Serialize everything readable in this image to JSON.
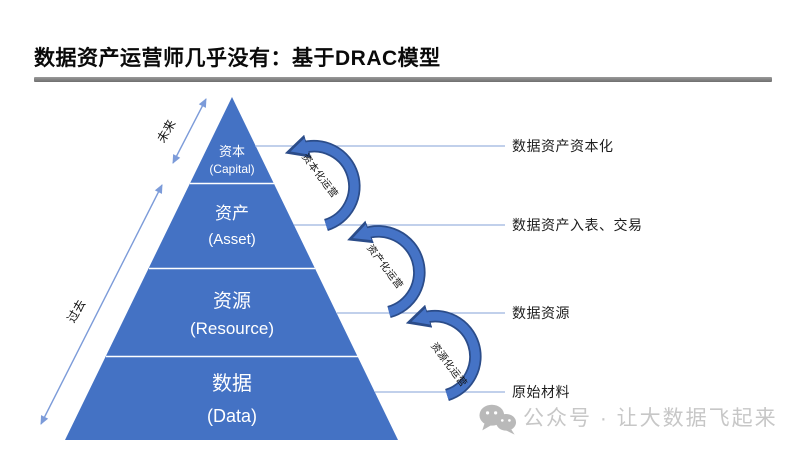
{
  "title": "数据资产运营师几乎没有：基于DRAC模型",
  "axis": {
    "future_label": "未来",
    "past_label": "过去"
  },
  "pyramid": {
    "levels": [
      {
        "zh": "资本",
        "en": "(Capital)",
        "annotation": "数据资产资本化"
      },
      {
        "zh": "资产",
        "en": "(Asset)",
        "annotation": "数据资产入表、交易"
      },
      {
        "zh": "资源",
        "en": "(Resource)",
        "annotation": "数据资源"
      },
      {
        "zh": "数据",
        "en": "(Data)",
        "annotation": "原始材料"
      }
    ]
  },
  "operations": [
    {
      "label": "资本化运营"
    },
    {
      "label": "资产化运营"
    },
    {
      "label": "资源化运营"
    }
  ],
  "watermark": {
    "icon": "wechat-icon",
    "text": "公众号 · 让大数据飞起来"
  },
  "colors": {
    "pyramid_blue": "#4472C4",
    "arc_outline_blue": "#2B4C89",
    "leader_line_blue": "#9CB3DF",
    "axis_arrow_blue": "#7C9BD9",
    "title_bar_gray": "#7F7F7F",
    "watermark_gray": "#C7C7C7"
  }
}
